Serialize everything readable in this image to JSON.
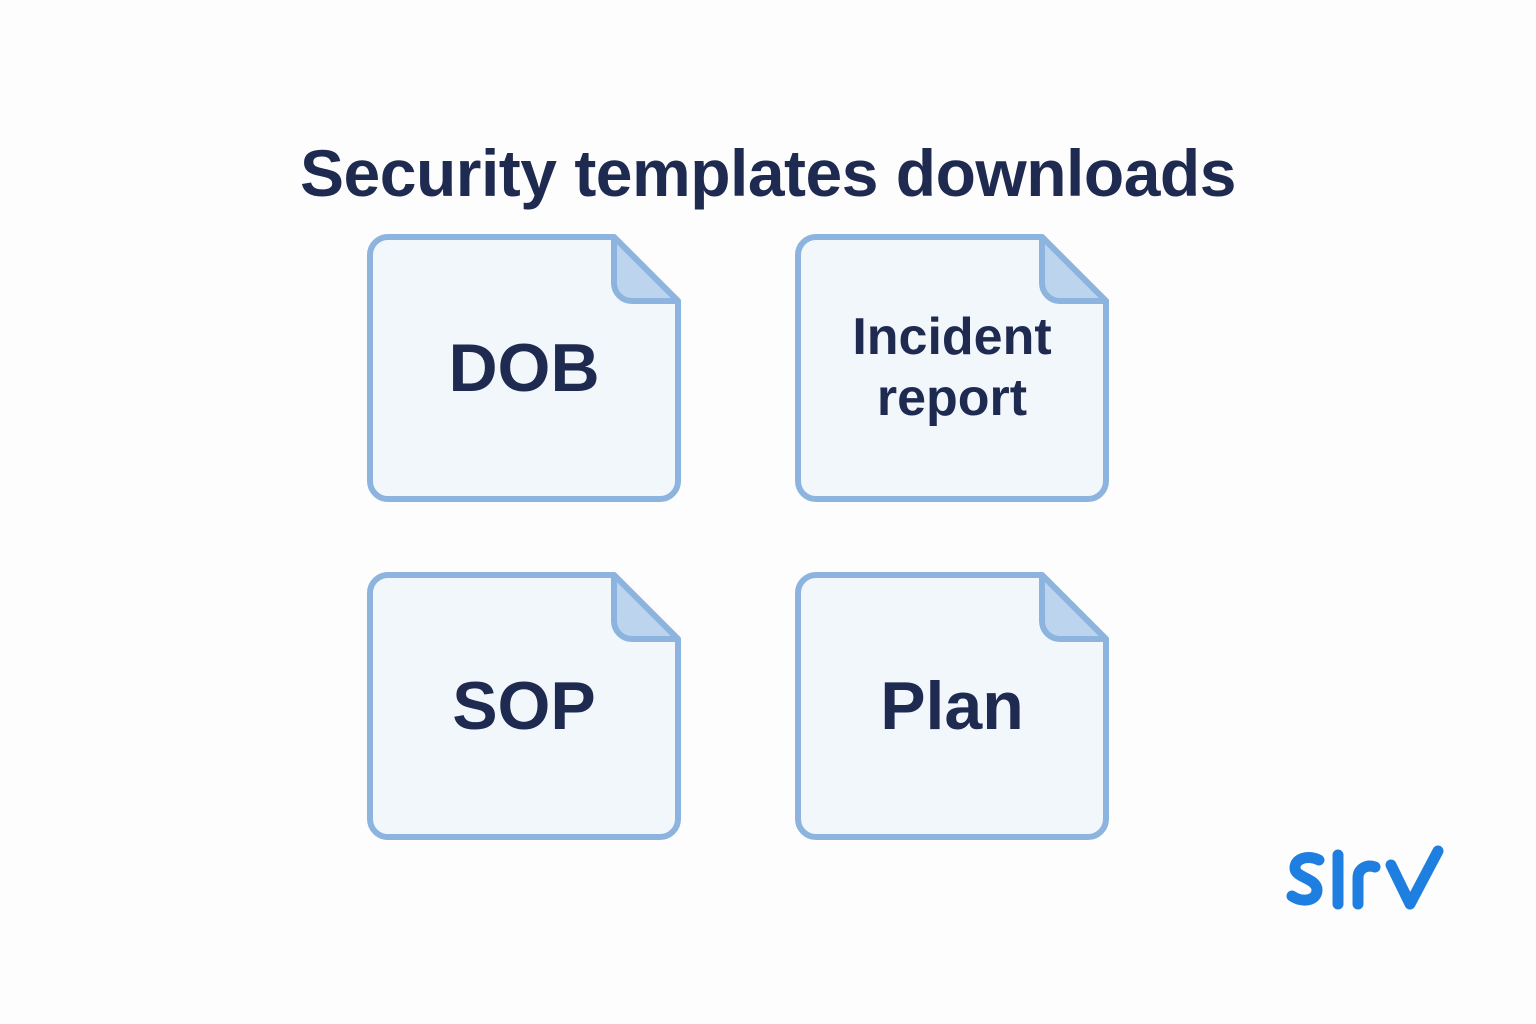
{
  "page": {
    "title": "Security templates downloads",
    "background_color": "#fdfdfd",
    "title_color": "#1e2a4f"
  },
  "theme": {
    "doc_fill": "#f2f7fc",
    "doc_border": "#8cb4de",
    "doc_fold_fill": "#bcd4ee",
    "doc_label_color": "#1e2a4f",
    "brand_color": "#1f7fe0"
  },
  "documents": [
    {
      "label": "DOB",
      "size": "lg",
      "icon": "document-file-icon"
    },
    {
      "label": "Incident\nreport",
      "size": "md",
      "icon": "document-file-icon"
    },
    {
      "label": "SOP",
      "size": "lg",
      "icon": "document-file-icon"
    },
    {
      "label": "Plan",
      "size": "lg",
      "icon": "document-file-icon"
    }
  ],
  "brand": {
    "name": "SIrv",
    "icon": "sirv-logo-icon",
    "color": "#1f7fe0"
  }
}
